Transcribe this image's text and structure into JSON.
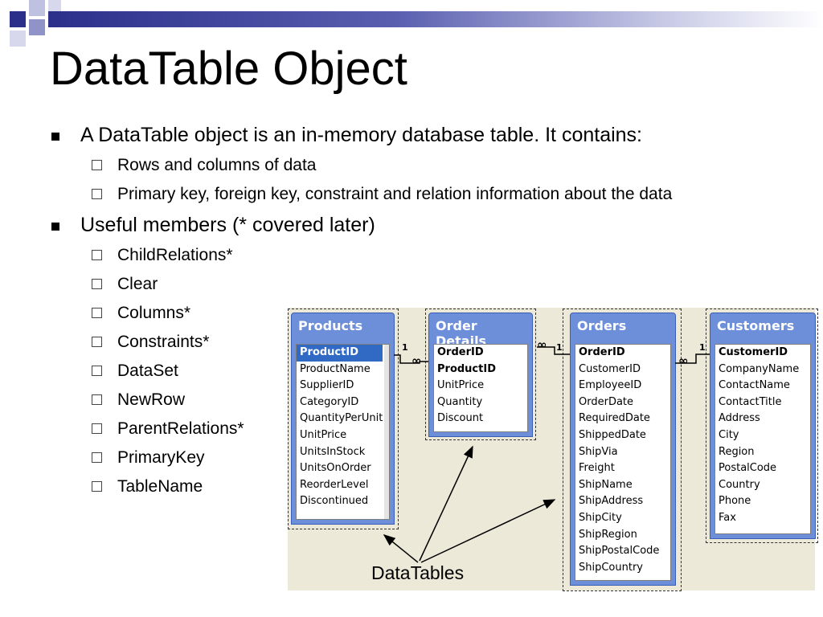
{
  "slide": {
    "title": "DataTable Object",
    "bullets": [
      {
        "text": "A DataTable object is an in-memory database table.  It contains:",
        "sub": [
          "Rows and columns of data",
          "Primary key, foreign key, constraint and relation information about the data"
        ]
      },
      {
        "text": "Useful members (* covered later)",
        "sub": [
          "ChildRelations*",
          "Clear",
          "Columns*",
          "Constraints*",
          "DataSet",
          "NewRow",
          "ParentRelations*",
          "PrimaryKey",
          "TableName"
        ]
      }
    ]
  },
  "diagram": {
    "tables": [
      {
        "name": "Products",
        "fields": [
          {
            "name": "ProductID",
            "key": true,
            "selected": true
          },
          {
            "name": "ProductName"
          },
          {
            "name": "SupplierID"
          },
          {
            "name": "CategoryID"
          },
          {
            "name": "QuantityPerUnit"
          },
          {
            "name": "UnitPrice"
          },
          {
            "name": "UnitsInStock"
          },
          {
            "name": "UnitsOnOrder"
          },
          {
            "name": "ReorderLevel"
          },
          {
            "name": "Discontinued"
          }
        ]
      },
      {
        "name": "Order Details",
        "fields": [
          {
            "name": "OrderID",
            "key": true
          },
          {
            "name": "ProductID",
            "key": true
          },
          {
            "name": "UnitPrice"
          },
          {
            "name": "Quantity"
          },
          {
            "name": "Discount"
          }
        ]
      },
      {
        "name": "Orders",
        "fields": [
          {
            "name": "OrderID",
            "key": true
          },
          {
            "name": "CustomerID"
          },
          {
            "name": "EmployeeID"
          },
          {
            "name": "OrderDate"
          },
          {
            "name": "RequiredDate"
          },
          {
            "name": "ShippedDate"
          },
          {
            "name": "ShipVia"
          },
          {
            "name": "Freight"
          },
          {
            "name": "ShipName"
          },
          {
            "name": "ShipAddress"
          },
          {
            "name": "ShipCity"
          },
          {
            "name": "ShipRegion"
          },
          {
            "name": "ShipPostalCode"
          },
          {
            "name": "ShipCountry"
          }
        ]
      },
      {
        "name": "Customers",
        "fields": [
          {
            "name": "CustomerID",
            "key": true
          },
          {
            "name": "CompanyName"
          },
          {
            "name": "ContactName"
          },
          {
            "name": "ContactTitle"
          },
          {
            "name": "Address"
          },
          {
            "name": "City"
          },
          {
            "name": "Region"
          },
          {
            "name": "PostalCode"
          },
          {
            "name": "Country"
          },
          {
            "name": "Phone"
          },
          {
            "name": "Fax"
          }
        ]
      }
    ],
    "relations": [
      {
        "one": "1",
        "many": "∞"
      },
      {
        "one": "1",
        "many": "∞"
      },
      {
        "one": "1",
        "many": "∞"
      }
    ],
    "callout": "DataTables"
  },
  "colors": {
    "title_bar": "#2b2f8a",
    "table_header": "#6d8fd9",
    "diagram_bg": "#ece9d8",
    "selected_field": "#316ac5"
  }
}
